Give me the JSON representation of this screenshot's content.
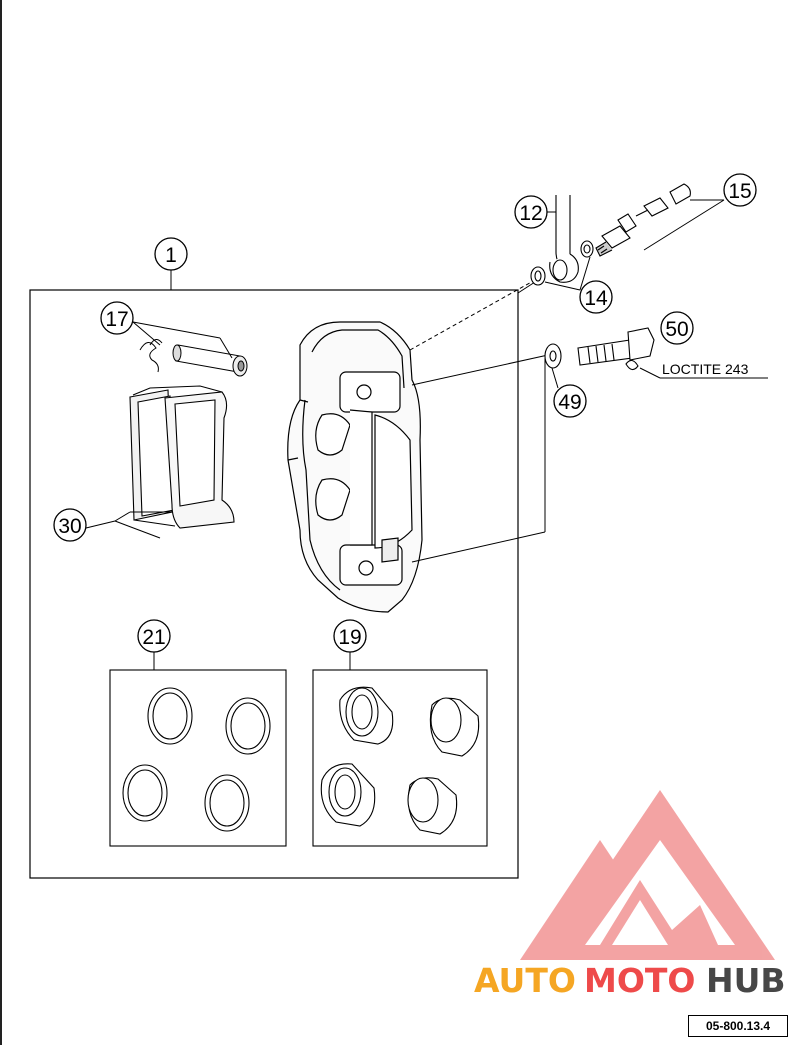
{
  "callouts": {
    "c1": "1",
    "c12": "12",
    "c14": "14",
    "c15": "15",
    "c17": "17",
    "c19": "19",
    "c21": "21",
    "c30": "30",
    "c49": "49",
    "c50": "50"
  },
  "note_loctite": "LOCTITE 243",
  "ref_code": "05-800.13.4",
  "logo": {
    "part1": "AUTO",
    "part2": "MOTO",
    "part3": "HUB",
    "color_orange": "#f5a623",
    "color_red": "#ee4a4a",
    "color_dark": "#474747",
    "color_triangle": "#ef8585"
  }
}
